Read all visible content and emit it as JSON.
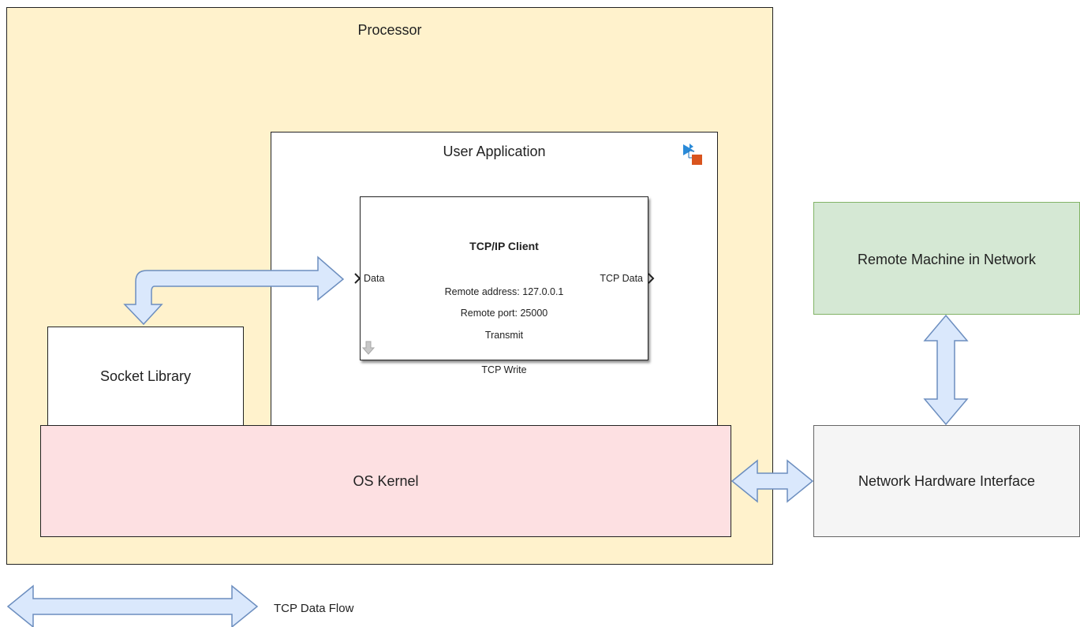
{
  "processor": {
    "label": "Processor"
  },
  "user_application": {
    "label": "User Application"
  },
  "socket_library": {
    "label": "Socket Library"
  },
  "os_kernel": {
    "label": "OS Kernel"
  },
  "remote_machine": {
    "label": "Remote Machine in Network"
  },
  "network_hardware": {
    "label": "Network Hardware Interface"
  },
  "tcp_block": {
    "title": "TCP/IP Client",
    "remote_address": "Remote address: 127.0.0.1",
    "remote_port": "Remote port: 25000",
    "mode": "Transmit",
    "input_port": "Data",
    "output_port": "TCP Data",
    "block_name": "TCP Write"
  },
  "legend": {
    "label": "TCP Data Flow"
  },
  "colors": {
    "processor": "#fff2cc",
    "os_kernel": "#fde0e2",
    "remote_machine": "#d5e8d4",
    "network_hardware": "#f5f5f5",
    "arrow_fill": "#dae8fc",
    "arrow_stroke": "#6c8ebf"
  }
}
